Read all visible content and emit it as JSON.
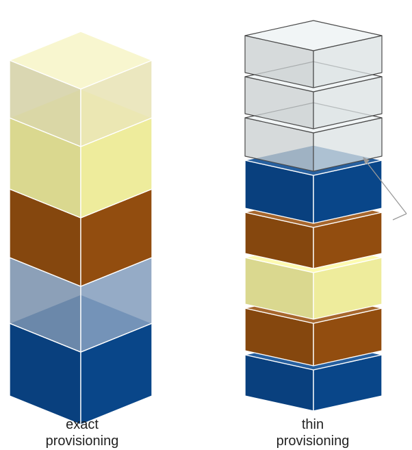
{
  "colors": {
    "yellow": "#fdfba6",
    "yellow_faded": "#f6f2bf",
    "brown": "#9b5210",
    "blue": "#0a4a92",
    "blue_faded": "#8ba6c8",
    "empty": "#e9f0f1",
    "edge_light": "#ffffff",
    "edge_dark": "#4a4a4a"
  },
  "stacks": [
    {
      "id": "exact",
      "caption_line1": "exact",
      "caption_line2": "provisioning",
      "blocks": [
        {
          "name": "yellow-block-faded",
          "fill": "yellow_faded",
          "faded": true
        },
        {
          "name": "yellow-block",
          "fill": "yellow",
          "faded": false
        },
        {
          "name": "brown-block",
          "fill": "brown",
          "faded": false
        },
        {
          "name": "blue-block-faded",
          "fill": "blue_faded",
          "faded": true
        },
        {
          "name": "blue-block",
          "fill": "blue",
          "faded": false
        }
      ]
    },
    {
      "id": "thin",
      "caption_line1": "thin",
      "caption_line2": "provisioning",
      "blocks": [
        {
          "name": "empty-block",
          "fill": "empty",
          "faded": true
        },
        {
          "name": "empty-block",
          "fill": "empty",
          "faded": true
        },
        {
          "name": "empty-block",
          "fill": "empty",
          "faded": true
        },
        {
          "name": "blue-block",
          "fill": "blue",
          "faded": false
        },
        {
          "name": "brown-block",
          "fill": "brown",
          "faded": false
        },
        {
          "name": "yellow-block",
          "fill": "yellow",
          "faded": false
        },
        {
          "name": "brown-block",
          "fill": "brown",
          "faded": false
        },
        {
          "name": "blue-block",
          "fill": "blue",
          "faded": false
        }
      ]
    }
  ]
}
